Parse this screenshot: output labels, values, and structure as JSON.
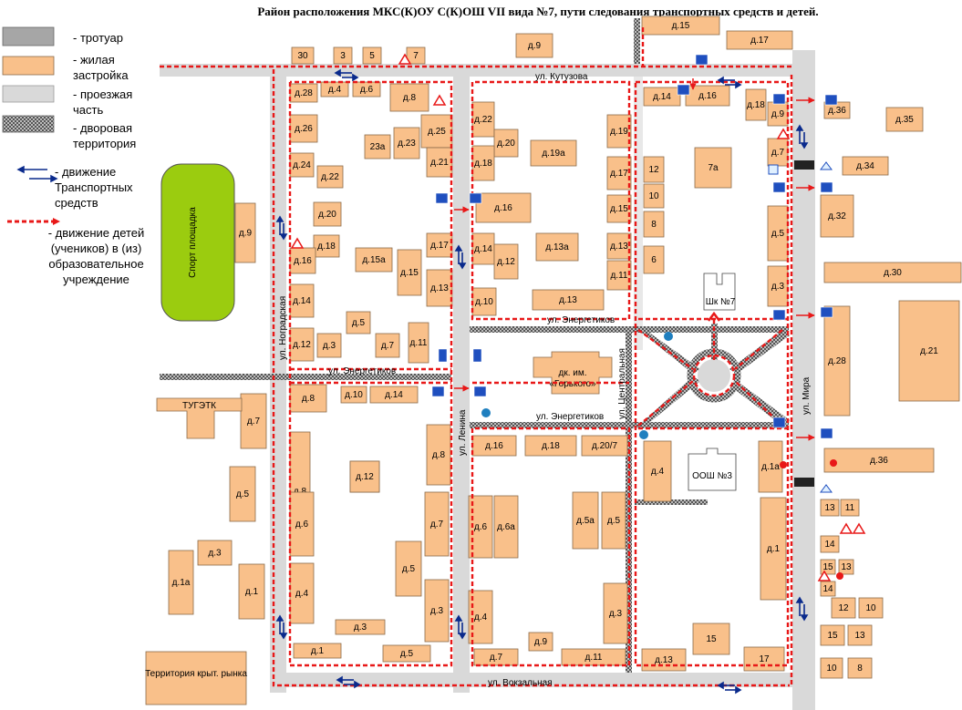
{
  "title": "Район расположения МКС(К)ОУ С(К)ОШ VII вида №7, пути следования транспортных средств и детей.",
  "legend": {
    "sidewalk": "- тротуар",
    "housing": "- жилая застройка",
    "roadway": "- проезжая часть",
    "yard": "- дворовая территория",
    "traffic": "- движение Транспортных средств",
    "children": "- движение детей (учеников) в (из) образовательное учреждение"
  },
  "streets": {
    "kutuzova": "ул. Кутузова",
    "energetikov": "ул. Энергетиков",
    "vokzalnaya": "ул. Вокзальная",
    "mira": "ул. Мира",
    "lenina": "ул. Ленина",
    "nogradskaya": "ул. Ноградская",
    "centralnaya": "ул. Центральная"
  },
  "places": {
    "sport": "Спорт площадка",
    "market": "Территория крыт. рынка",
    "school": "Шк №7",
    "oosh": "ООШ №3",
    "gorky_1": "дк. им.",
    "gorky_2": "«Горького»",
    "tugetk": "ТУГЭТК"
  },
  "buildings": [
    {
      "id": "b-d3-far-left",
      "label": "д.3"
    },
    {
      "id": "b-d1a-far-left",
      "label": "д.1а"
    },
    {
      "id": "b-d1-far-left",
      "label": "д.1"
    },
    {
      "id": "b-d5-far-left",
      "label": "д.5"
    },
    {
      "id": "b-d7-far-left",
      "label": "д.7"
    },
    {
      "id": "b-d9-stadium",
      "label": "д.9"
    },
    {
      "id": "b-30",
      "label": "30"
    },
    {
      "id": "b-3-top",
      "label": "3"
    },
    {
      "id": "b-5-top",
      "label": "5"
    },
    {
      "id": "b-7-top",
      "label": "7"
    },
    {
      "id": "b-d9-top",
      "label": "д.9"
    },
    {
      "id": "b-d15-top",
      "label": "д.15"
    },
    {
      "id": "b-d17-top",
      "label": "д.17"
    },
    {
      "id": "b-d28-q1",
      "label": "д.28"
    },
    {
      "id": "b-d4-q1",
      "label": "д.4"
    },
    {
      "id": "b-d6-q1",
      "label": "д.6"
    },
    {
      "id": "b-d8-q1",
      "label": "д.8"
    },
    {
      "id": "b-d26",
      "label": "д.26"
    },
    {
      "id": "b-23a",
      "label": "23а"
    },
    {
      "id": "b-d23",
      "label": "д.23"
    },
    {
      "id": "b-d25",
      "label": "д.25"
    },
    {
      "id": "b-d24",
      "label": "д.24"
    },
    {
      "id": "b-d22-q1",
      "label": "д.22"
    },
    {
      "id": "b-d21",
      "label": "д.21"
    },
    {
      "id": "b-d20-q1",
      "label": "д.20"
    },
    {
      "id": "b-d18-q1",
      "label": "д.18"
    },
    {
      "id": "b-d16-q1",
      "label": "д.16"
    },
    {
      "id": "b-d15a",
      "label": "д.15а"
    },
    {
      "id": "b-d15-q1",
      "label": "д.15"
    },
    {
      "id": "b-d17-q1",
      "label": "д.17"
    },
    {
      "id": "b-d13-q1",
      "label": "д.13"
    },
    {
      "id": "b-d14-q1",
      "label": "д.14"
    },
    {
      "id": "b-d5-q1",
      "label": "д.5"
    },
    {
      "id": "b-d12-q1",
      "label": "д.12"
    },
    {
      "id": "b-d3-q1",
      "label": "д.3"
    },
    {
      "id": "b-d7-q1",
      "label": "д.7"
    },
    {
      "id": "b-d11-q1",
      "label": "д.11"
    },
    {
      "id": "b-d8-q2",
      "label": "д.8"
    },
    {
      "id": "b-d10-q2",
      "label": "д.10"
    },
    {
      "id": "b-d12-q2",
      "label": "д.12"
    },
    {
      "id": "b-d14-q2",
      "label": "д.14"
    },
    {
      "id": "b-d22-q2",
      "label": "д.22"
    },
    {
      "id": "b-d20-q2",
      "label": "д.20"
    },
    {
      "id": "b-d19a",
      "label": "д.19а"
    },
    {
      "id": "b-d19",
      "label": "д.19"
    },
    {
      "id": "b-d18-q2",
      "label": "д.18"
    },
    {
      "id": "b-d17-q2",
      "label": "д.17"
    },
    {
      "id": "b-d16-q2",
      "label": "д.16"
    },
    {
      "id": "b-d15-q2",
      "label": "д.15"
    },
    {
      "id": "b-d14-q2b",
      "label": "д.14"
    },
    {
      "id": "b-d13a",
      "label": "д.13а"
    },
    {
      "id": "b-d13-q2",
      "label": "д.13"
    },
    {
      "id": "b-d12-q2b",
      "label": "д.12"
    },
    {
      "id": "b-d11-q2",
      "label": "д.11"
    },
    {
      "id": "b-d10-q2b",
      "label": "д.10"
    },
    {
      "id": "b-d13-q2b",
      "label": "д.13"
    },
    {
      "id": "b-d14-q3",
      "label": "д.14"
    },
    {
      "id": "b-d16-q3",
      "label": "д.16"
    },
    {
      "id": "b-12-q3",
      "label": "12"
    },
    {
      "id": "b-10-q3",
      "label": "10"
    },
    {
      "id": "b-8-q3",
      "label": "8"
    },
    {
      "id": "b-6-q3",
      "label": "6"
    },
    {
      "id": "b-7a",
      "label": "7а"
    },
    {
      "id": "b-d18-mira",
      "label": "д.18"
    },
    {
      "id": "b-d9-mira",
      "label": "д.9"
    },
    {
      "id": "b-d7-mira",
      "label": "д.7"
    },
    {
      "id": "b-d5-mira",
      "label": "д.5"
    },
    {
      "id": "b-d3-mira",
      "label": "д.3"
    },
    {
      "id": "b-d36-top",
      "label": "д.36"
    },
    {
      "id": "b-d35",
      "label": "д.35"
    },
    {
      "id": "b-d34",
      "label": "д.34"
    },
    {
      "id": "b-d32",
      "label": "д.32"
    },
    {
      "id": "b-d30",
      "label": "д.30"
    },
    {
      "id": "b-d21-right",
      "label": "д.21"
    },
    {
      "id": "b-d28-right",
      "label": "д.28"
    },
    {
      "id": "b-d36-bottom",
      "label": "д.36"
    },
    {
      "id": "b-d8-q4",
      "label": "д.8"
    },
    {
      "id": "b-d8-q4b",
      "label": "д.8"
    },
    {
      "id": "b-d12-q4",
      "label": "д.12"
    },
    {
      "id": "b-d6-q4",
      "label": "д.6"
    },
    {
      "id": "b-d7-q4",
      "label": "д.7"
    },
    {
      "id": "b-d5-q4",
      "label": "д.5"
    },
    {
      "id": "b-d4-q4",
      "label": "д.4"
    },
    {
      "id": "b-d3-q4",
      "label": "д.3"
    },
    {
      "id": "b-d3-q4b",
      "label": "д.3"
    },
    {
      "id": "b-d1-q4",
      "label": "д.1"
    },
    {
      "id": "b-d5-q4b",
      "label": "д.5"
    },
    {
      "id": "b-d16-q5",
      "label": "д.16"
    },
    {
      "id": "b-d18-q5",
      "label": "д.18"
    },
    {
      "id": "b-d20-7",
      "label": "д.20/7"
    },
    {
      "id": "b-d6-q5",
      "label": "д.6"
    },
    {
      "id": "b-d6a",
      "label": "д.6а"
    },
    {
      "id": "b-d5a",
      "label": "д.5а"
    },
    {
      "id": "b-d5-q5",
      "label": "д.5"
    },
    {
      "id": "b-d4-q5",
      "label": "д.4"
    },
    {
      "id": "b-d3-q5",
      "label": "д.3"
    },
    {
      "id": "b-d9-q5",
      "label": "д.9"
    },
    {
      "id": "b-d7-q5",
      "label": "д.7"
    },
    {
      "id": "b-d11-q5",
      "label": "д.11"
    },
    {
      "id": "b-d4-q6",
      "label": "д.4"
    },
    {
      "id": "b-d13-q6",
      "label": "д.13"
    },
    {
      "id": "b-15-q6",
      "label": "15"
    },
    {
      "id": "b-17-q6",
      "label": "17"
    },
    {
      "id": "b-d1a-q6",
      "label": "д.1а"
    },
    {
      "id": "b-d1-q6",
      "label": "д.1"
    },
    {
      "id": "b-13-r1",
      "label": "13"
    },
    {
      "id": "b-11-r1",
      "label": "11"
    },
    {
      "id": "b-14-r1",
      "label": "14"
    },
    {
      "id": "b-15-r2",
      "label": "15"
    },
    {
      "id": "b-13-r2",
      "label": "13"
    },
    {
      "id": "b-14-r2",
      "label": "14"
    },
    {
      "id": "b-12-r3",
      "label": "12"
    },
    {
      "id": "b-10-r3",
      "label": "10"
    },
    {
      "id": "b-15-r4",
      "label": "15"
    },
    {
      "id": "b-13-r4",
      "label": "13"
    },
    {
      "id": "b-10-r5",
      "label": "10"
    },
    {
      "id": "b-8-r5",
      "label": "8"
    }
  ],
  "colors": {
    "building": "#f9c08a",
    "building_stroke": "#8a6a4a",
    "road": "#d9d9d9",
    "sidewalk": "#a6a6a6",
    "yard": "#8c8c8c",
    "children_route": "#e81818",
    "traffic_arrow": "#0a2a8c",
    "sport": "#9bcc0f"
  }
}
